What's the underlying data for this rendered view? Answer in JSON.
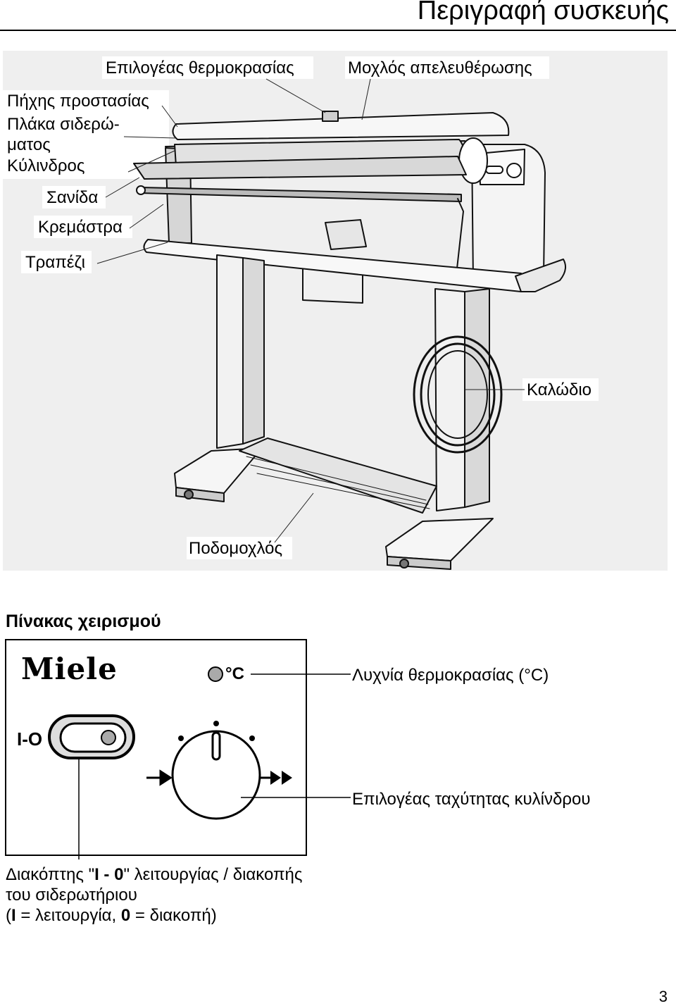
{
  "header": {
    "title": "Περιγραφή συσκευής"
  },
  "appliance": {
    "labels": {
      "temp_selector": "Επιλογέας θερμοκρασίας",
      "release_lever": "Μοχλός απελευθέρωσης",
      "guard": "Πήχης προστασίας",
      "ironing_plate": "Πλάκα σιδερώ-\nματος",
      "roller": "Κύλινδρος",
      "board": "Σανίδα",
      "hanger": "Κρεμάστρα",
      "table": "Τραπέζι",
      "cable": "Καλώδιο",
      "foot_pedal": "Ποδομοχλός"
    }
  },
  "control_panel": {
    "heading": "Πίνακας χειρισμού",
    "brand": "Miele",
    "temp_symbol": "°C",
    "switch_symbol": "I-O",
    "labels": {
      "temp_light": "Λυχνία θερμοκρασίας (°C)",
      "speed_selector": "Επιλογέας ταχύτητας κυλίνδρου"
    },
    "switch_caption": {
      "pre": "Διακόπτης \"",
      "i1": "I",
      "mid1": " - ",
      "o1": "0",
      "post1": "\" λειτουργίας / διακοπής",
      "line2": "του σιδερωτήριου",
      "open": "(",
      "i2": "I",
      "mid2": " = λειτουργία, ",
      "o2": "0",
      "post2": " = διακοπή)"
    }
  },
  "footer": {
    "page_number": "3"
  }
}
